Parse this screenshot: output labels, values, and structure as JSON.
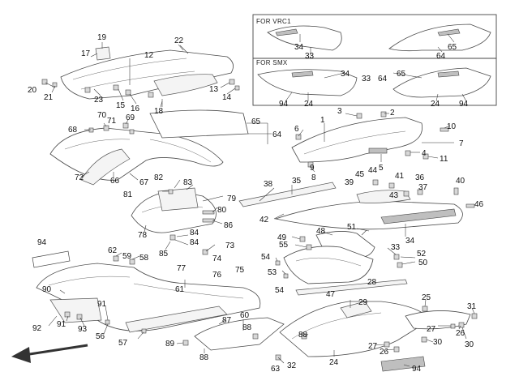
{
  "inset": {
    "title_vrc": "FOR VRC1",
    "title_smx": "FOR SMX"
  },
  "callouts": [
    {
      "id": "c19",
      "text": "19"
    },
    {
      "id": "c22",
      "text": "22"
    },
    {
      "id": "c17",
      "text": "17"
    },
    {
      "id": "c12",
      "text": "12"
    },
    {
      "id": "c20",
      "text": "20"
    },
    {
      "id": "c21",
      "text": "21"
    },
    {
      "id": "c23",
      "text": "23"
    },
    {
      "id": "c15",
      "text": "15"
    },
    {
      "id": "c16",
      "text": "16"
    },
    {
      "id": "c13",
      "text": "13"
    },
    {
      "id": "c14",
      "text": "14"
    },
    {
      "id": "c18",
      "text": "18"
    },
    {
      "id": "c71",
      "text": "71"
    },
    {
      "id": "c70",
      "text": "70"
    },
    {
      "id": "c69",
      "text": "69"
    },
    {
      "id": "c68",
      "text": "68"
    },
    {
      "id": "c65a",
      "text": "65"
    },
    {
      "id": "c64a",
      "text": "64"
    },
    {
      "id": "c3",
      "text": "3"
    },
    {
      "id": "c2",
      "text": "2"
    },
    {
      "id": "c6",
      "text": "6"
    },
    {
      "id": "c1",
      "text": "1"
    },
    {
      "id": "c10",
      "text": "10"
    },
    {
      "id": "c7",
      "text": "7"
    },
    {
      "id": "c4",
      "text": "4"
    },
    {
      "id": "c11",
      "text": "11"
    },
    {
      "id": "c5",
      "text": "5"
    },
    {
      "id": "c9",
      "text": "9"
    },
    {
      "id": "c8",
      "text": "8"
    },
    {
      "id": "c72",
      "text": "72"
    },
    {
      "id": "c66",
      "text": "66"
    },
    {
      "id": "c67",
      "text": "67"
    },
    {
      "id": "c81",
      "text": "81"
    },
    {
      "id": "c82",
      "text": "82"
    },
    {
      "id": "c83",
      "text": "83"
    },
    {
      "id": "c79",
      "text": "79"
    },
    {
      "id": "c80",
      "text": "80"
    },
    {
      "id": "c38",
      "text": "38"
    },
    {
      "id": "c35",
      "text": "35"
    },
    {
      "id": "c45",
      "text": "45"
    },
    {
      "id": "c44",
      "text": "44"
    },
    {
      "id": "c39",
      "text": "39"
    },
    {
      "id": "c41",
      "text": "41"
    },
    {
      "id": "c36",
      "text": "36"
    },
    {
      "id": "c43",
      "text": "43"
    },
    {
      "id": "c37",
      "text": "37"
    },
    {
      "id": "c40",
      "text": "40"
    },
    {
      "id": "c46",
      "text": "46"
    },
    {
      "id": "c86",
      "text": "86"
    },
    {
      "id": "c42",
      "text": "42"
    },
    {
      "id": "c78",
      "text": "78"
    },
    {
      "id": "c84",
      "text": "84"
    },
    {
      "id": "c85",
      "text": "85"
    },
    {
      "id": "c51",
      "text": "51"
    },
    {
      "id": "c34c",
      "text": "34"
    },
    {
      "id": "c94a",
      "text": "94"
    },
    {
      "id": "c62",
      "text": "62"
    },
    {
      "id": "c59",
      "text": "59"
    },
    {
      "id": "c58",
      "text": "58"
    },
    {
      "id": "c73",
      "text": "73"
    },
    {
      "id": "c74",
      "text": "74"
    },
    {
      "id": "c77",
      "text": "77"
    },
    {
      "id": "c75",
      "text": "75"
    },
    {
      "id": "c76",
      "text": "76"
    },
    {
      "id": "c49",
      "text": "49"
    },
    {
      "id": "c48",
      "text": "48"
    },
    {
      "id": "c55",
      "text": "55"
    },
    {
      "id": "c33c",
      "text": "33"
    },
    {
      "id": "c52",
      "text": "52"
    },
    {
      "id": "c50",
      "text": "50"
    },
    {
      "id": "c54a",
      "text": "54"
    },
    {
      "id": "c53",
      "text": "53"
    },
    {
      "id": "c54b",
      "text": "54"
    },
    {
      "id": "c28",
      "text": "28"
    },
    {
      "id": "c90",
      "text": "90"
    },
    {
      "id": "c61",
      "text": "61"
    },
    {
      "id": "c47",
      "text": "47"
    },
    {
      "id": "c91a",
      "text": "91"
    },
    {
      "id": "c91b",
      "text": "91"
    },
    {
      "id": "c92",
      "text": "92"
    },
    {
      "id": "c93",
      "text": "93"
    },
    {
      "id": "c60",
      "text": "60"
    },
    {
      "id": "c87",
      "text": "87"
    },
    {
      "id": "c88a",
      "text": "88"
    },
    {
      "id": "c88b",
      "text": "88"
    },
    {
      "id": "c29",
      "text": "29"
    },
    {
      "id": "c25",
      "text": "25"
    },
    {
      "id": "c31",
      "text": "31"
    },
    {
      "id": "c56",
      "text": "56"
    },
    {
      "id": "c57",
      "text": "57"
    },
    {
      "id": "c89",
      "text": "89"
    },
    {
      "id": "c88c",
      "text": "88"
    },
    {
      "id": "c27a",
      "text": "27"
    },
    {
      "id": "c26",
      "text": "26"
    },
    {
      "id": "c30a",
      "text": "30"
    },
    {
      "id": "c27b",
      "text": "27"
    },
    {
      "id": "c26b",
      "text": "26"
    },
    {
      "id": "c30b",
      "text": "30"
    },
    {
      "id": "c24c",
      "text": "24"
    },
    {
      "id": "c63",
      "text": "63"
    },
    {
      "id": "c32",
      "text": "32"
    },
    {
      "id": "c94b",
      "text": "94"
    },
    {
      "id": "i34a",
      "text": "34"
    },
    {
      "id": "i33a",
      "text": "33"
    },
    {
      "id": "i65a",
      "text": "65"
    },
    {
      "id": "i64a",
      "text": "64"
    },
    {
      "id": "i34b",
      "text": "34"
    },
    {
      "id": "i33b",
      "text": "33"
    },
    {
      "id": "i64b",
      "text": "64"
    },
    {
      "id": "i65b",
      "text": "65"
    },
    {
      "id": "i94a",
      "text": "94"
    },
    {
      "id": "i24a",
      "text": "24"
    },
    {
      "id": "i24b",
      "text": "24"
    },
    {
      "id": "i94b",
      "text": "94"
    }
  ],
  "icons": {
    "front_arrow": "arrow-left-down-icon"
  },
  "colors": {
    "line": "#4a4a4a",
    "text": "#111111",
    "background": "#ffffff"
  }
}
